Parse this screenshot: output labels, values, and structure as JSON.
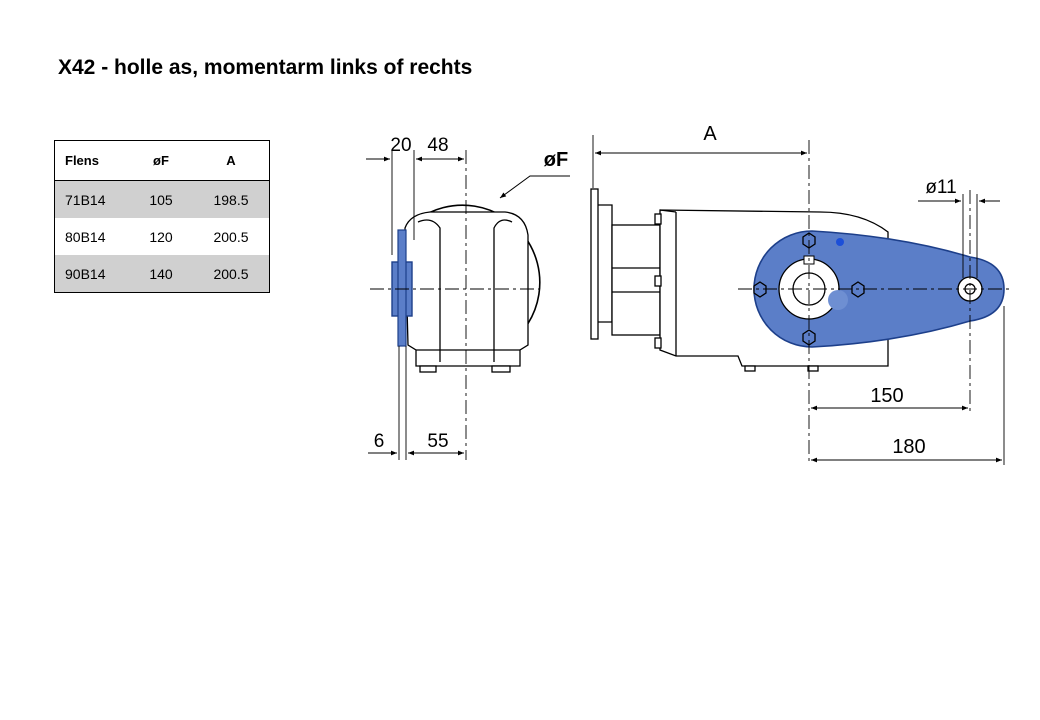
{
  "title": "X42 - holle as, momentarm links of rechts",
  "table": {
    "headers": [
      "Flens",
      "øF",
      "A"
    ],
    "rows": [
      {
        "flens": "71B14",
        "f": "105",
        "a": "198.5"
      },
      {
        "flens": "80B14",
        "f": "120",
        "a": "200.5"
      },
      {
        "flens": "90B14",
        "f": "140",
        "a": "200.5"
      }
    ]
  },
  "drawing": {
    "dim_20": "20",
    "dim_48": "48",
    "dim_F": "øF",
    "dim_6": "6",
    "dim_55": "55",
    "dim_A": "A",
    "dim_11": "ø11",
    "dim_150": "150",
    "dim_180": "180"
  },
  "colors": {
    "arm_fill": "#5b7ec8",
    "arm_stroke": "#1d3f8a",
    "line": "#000000"
  }
}
